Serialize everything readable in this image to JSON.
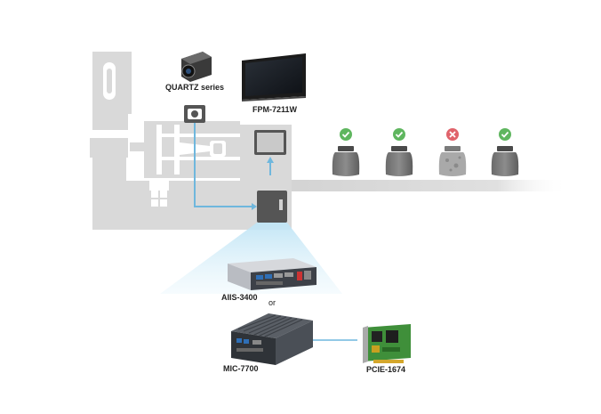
{
  "labels": {
    "camera": "QUARTZ series",
    "monitor": "FPM-7211W",
    "aiis": "AIIS-3400",
    "or": "or",
    "mic": "MIC-7700",
    "pcie": "PCIE-1674"
  },
  "inspection": [
    "pass",
    "pass",
    "fail",
    "pass"
  ],
  "colors": {
    "machine": "#d9d9d9",
    "pass": "#5fb65f",
    "fail": "#e0636b",
    "signal": "#6fb7dd",
    "beam": "#d7eef8"
  }
}
